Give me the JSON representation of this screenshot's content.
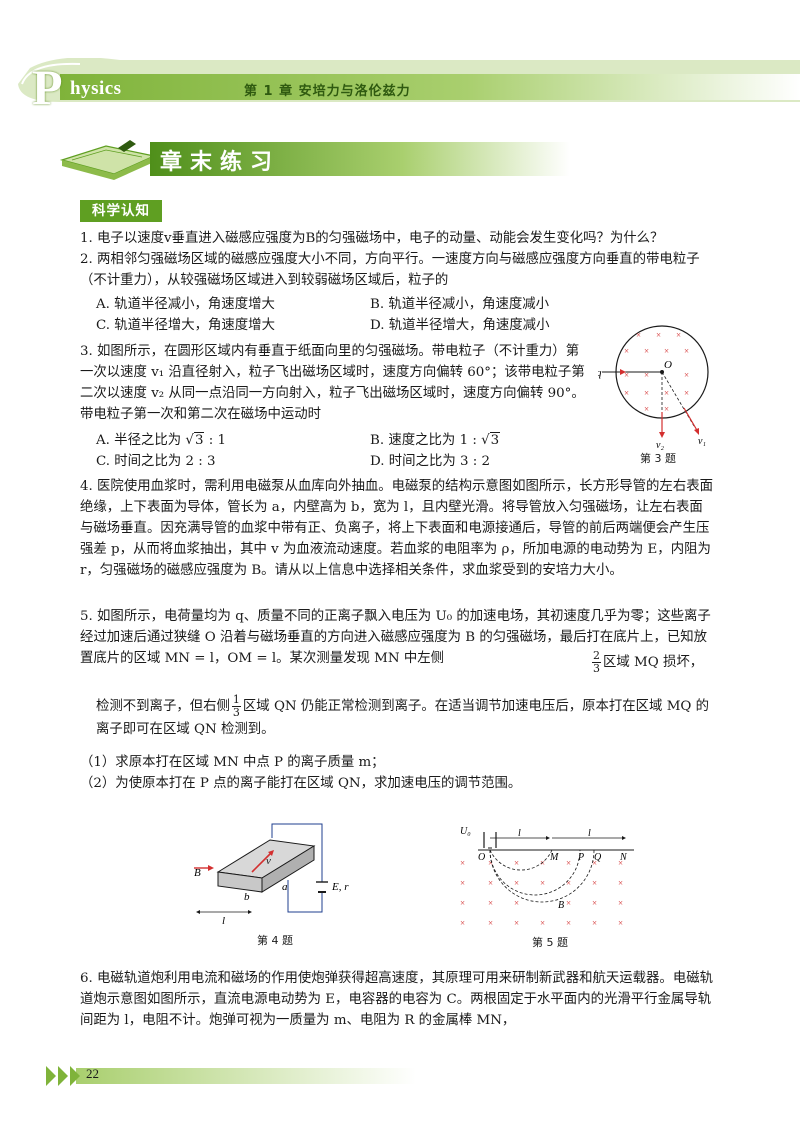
{
  "header": {
    "logo_letter": "P",
    "logo_rest": "hysics",
    "chapter": "第 1 章   安培力与洛伦兹力"
  },
  "section": {
    "title": "章末练习",
    "subheading": "科学认知"
  },
  "questions": {
    "q1": "1. 电子以速度v垂直进入磁感应强度为B的匀强磁场中，电子的动量、动能会发生变化吗？为什么？",
    "q2": "2. 两相邻匀强磁场区域的磁感应强度大小不同，方向平行。一速度方向与磁感应强度方向垂直的带电粒子（不计重力），从较强磁场区域进入到较弱磁场区域后，粒子的",
    "q2_opts": [
      "A. 轨道半径减小，角速度增大",
      "B. 轨道半径减小，角速度减小",
      "C. 轨道半径增大，角速度增大",
      "D. 轨道半径增大，角速度减小"
    ],
    "q3": "3. 如图所示，在圆形区域内有垂直于纸面向里的匀强磁场。带电粒子（不计重力）第一次以速度 v₁ 沿直径射入，粒子飞出磁场区域时，速度方向偏转 60°；该带电粒子第二次以速度 v₂ 从同一点沿同一方向射入，粒子飞出磁场区域时，速度方向偏转 90°。带电粒子第一次和第二次在磁场中运动时",
    "q3_opts": [
      "A. 半径之比为",
      "3",
      " : 1",
      "B. 速度之比为 1 : ",
      "C. 时间之比为 2 : 3",
      "D. 时间之比为 3 : 2"
    ],
    "q4": "4. 医院使用血浆时，需利用电磁泵从血库向外抽血。电磁泵的结构示意图如图所示，长方形导管的左右表面绝缘，上下表面为导体，管长为 a，内壁高为 b，宽为 l，且内壁光滑。将导管放入匀强磁场，让左右表面与磁场垂直。因充满导管的血浆中带有正、负离子，将上下表面和电源接通后，导管的前后两端便会产生压强差 p，从而将血浆抽出，其中 v 为血液流动速度。若血浆的电阻率为 ρ，所加电源的电动势为 E，内阻为 r，匀强磁场的磁感应强度为 B。请从以上信息中选择相关条件，求血浆受到的安培力大小。",
    "q5_a": "5. 如图所示，电荷量均为 q、质量不同的正离子飘入电压为 U₀ 的加速电场，其初速度几乎为零；这些离子经过加速后通过狭缝 O 沿着与磁场垂直的方向进入磁感应强度为 B 的匀强磁场，最后打在底片上，已知放置底片的区域 MN = l，OM = l。某次测量发现 MN 中左侧",
    "q5_b": "区域 MQ 损坏，",
    "q5_c": "检测不到离子，但右侧",
    "q5_d": "区域 QN 仍能正常检测到离子。在适当调节加速电压后，原本打在区域 MQ 的离子即可在区域 QN 检测到。",
    "q5_sub1": "（1）求原本打在区域 MN 中点 P 的离子质量 m；",
    "q5_sub2": "（2）为使原本打在 P 点的离子能打在区域 QN，求加速电压的调节范围。",
    "q6": "6. 电磁轨道炮利用电流和磁场的作用使炮弹获得超高速度，其原理可用来研制新武器和航天运载器。电磁轨道炮示意图如图所示，直流电源电动势为 E，电容器的电容为 C。两根固定于水平面内的光滑平行金属导轨间距为 l，电阻不计。炮弹可视为一质量为 m、电阻为 R 的金属棒 MN，",
    "frac_2_3": {
      "n": "2",
      "d": "3"
    },
    "frac_1_3": {
      "n": "1",
      "d": "3"
    }
  },
  "figures": {
    "fig3_caption": "第 3 题",
    "fig4_caption": "第 4 题",
    "fig5_caption": "第 5 题",
    "fig3_labels": {
      "q": "q",
      "O": "O",
      "v1": "v₁",
      "v2": "v₂"
    },
    "fig4_labels": {
      "B": "B",
      "v": "v",
      "a": "a",
      "b": "b",
      "l": "l",
      "E": "E, r"
    },
    "fig5_labels": {
      "U0": "U₀",
      "l1": "l",
      "l2": "l",
      "O": "O",
      "M": "M",
      "P": "P",
      "Q": "Q",
      "N": "N",
      "B": "B"
    }
  },
  "footer": {
    "page": "22"
  },
  "colors": {
    "accent": "#5f9f22",
    "band_light": "#dbe9c4",
    "arrow_red": "#d32f2f"
  }
}
